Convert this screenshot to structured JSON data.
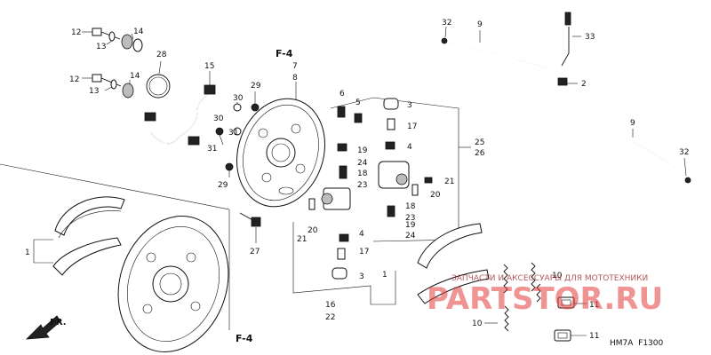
{
  "diagram": {
    "labels": {
      "l12a": "12",
      "l14a": "14",
      "l13a": "13",
      "l12b": "12",
      "l14b": "14",
      "l13b": "13",
      "l28": "28",
      "l15": "15",
      "l29a": "29",
      "l30a": "30",
      "l30b": "30",
      "l31a": "31",
      "l31b": "31",
      "l29b": "29",
      "l7": "7",
      "l8": "8",
      "l27": "27",
      "l6": "6",
      "l5": "5",
      "l3a": "3",
      "l17a": "17",
      "l4a": "4",
      "l19a": "19",
      "l24a": "24",
      "l18a": "18",
      "l23a": "23",
      "l21a": "21",
      "l20a": "20",
      "l18b": "18",
      "l23b": "23",
      "l19b": "19",
      "l24b": "24",
      "l25": "25",
      "l26": "26",
      "l20b": "20",
      "l21b": "21",
      "l4b": "4",
      "l17b": "17",
      "l3b": "3",
      "l16": "16",
      "l22": "22",
      "l1a": "1",
      "l1b": "1",
      "l32a": "32",
      "l9a": "9",
      "l33": "33",
      "l2": "2",
      "l9b": "9",
      "l32b": "32",
      "l10a": "10",
      "l10b": "10",
      "l11a": "11",
      "l11b": "11"
    },
    "section_refs": {
      "f4_top": "F-4",
      "f4_bottom": "F-4"
    },
    "front_arrow": "FR.",
    "diagram_code": "HM7A  F1300",
    "watermark": {
      "tagline": "ЗАПЧАСТИ И АКСЕССУАРЫ ДЛЯ МОТОТЕХНИКИ",
      "brand": "PARTSTOR.RU"
    }
  }
}
